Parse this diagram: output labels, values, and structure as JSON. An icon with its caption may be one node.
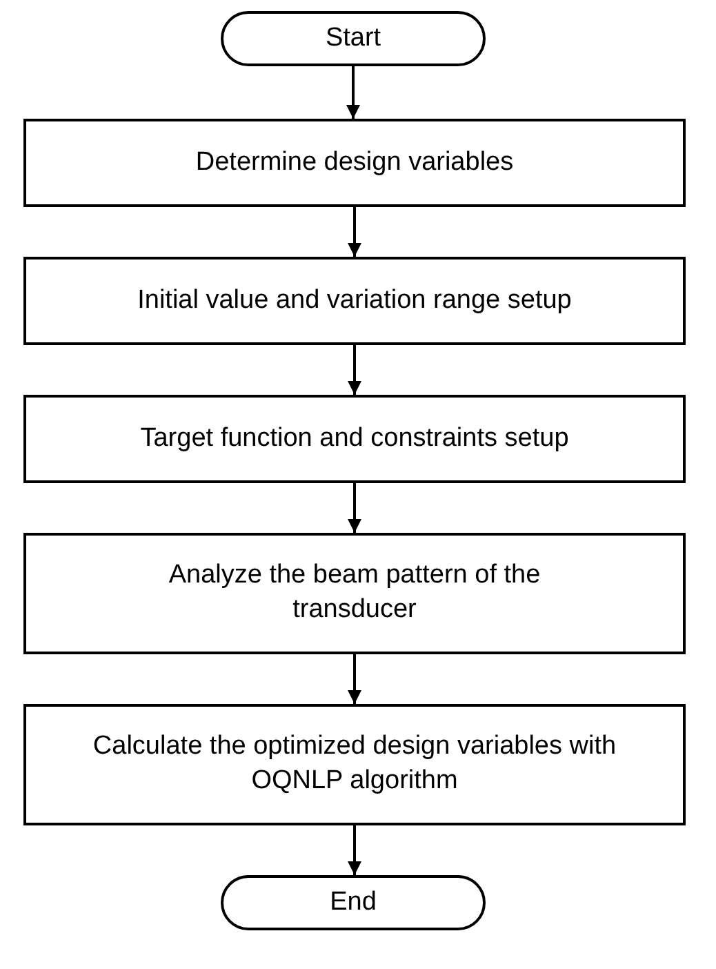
{
  "diagram": {
    "nodes": [
      {
        "text": [
          "Start"
        ]
      },
      {
        "text": [
          "Determine design variables"
        ]
      },
      {
        "text": [
          "Initial value and variation range setup"
        ]
      },
      {
        "text": [
          "Target function and constraints setup"
        ]
      },
      {
        "text": [
          "Analyze the beam pattern of the transducer"
        ]
      },
      {
        "text": [
          "Calculate the optimized design variables with OQNLP algorithm"
        ]
      },
      {
        "text": [
          "End"
        ]
      }
    ],
    "edges": [
      {
        "from": 0,
        "to": 1,
        "arrow": "to"
      },
      {
        "from": 1,
        "to": 2,
        "arrow": "to"
      },
      {
        "from": 2,
        "to": 3,
        "arrow": "to"
      },
      {
        "from": 3,
        "to": 4,
        "arrow": "to"
      },
      {
        "from": 4,
        "to": 5,
        "arrow": "to"
      },
      {
        "from": 5,
        "to": 6,
        "arrow": "to"
      }
    ]
  }
}
